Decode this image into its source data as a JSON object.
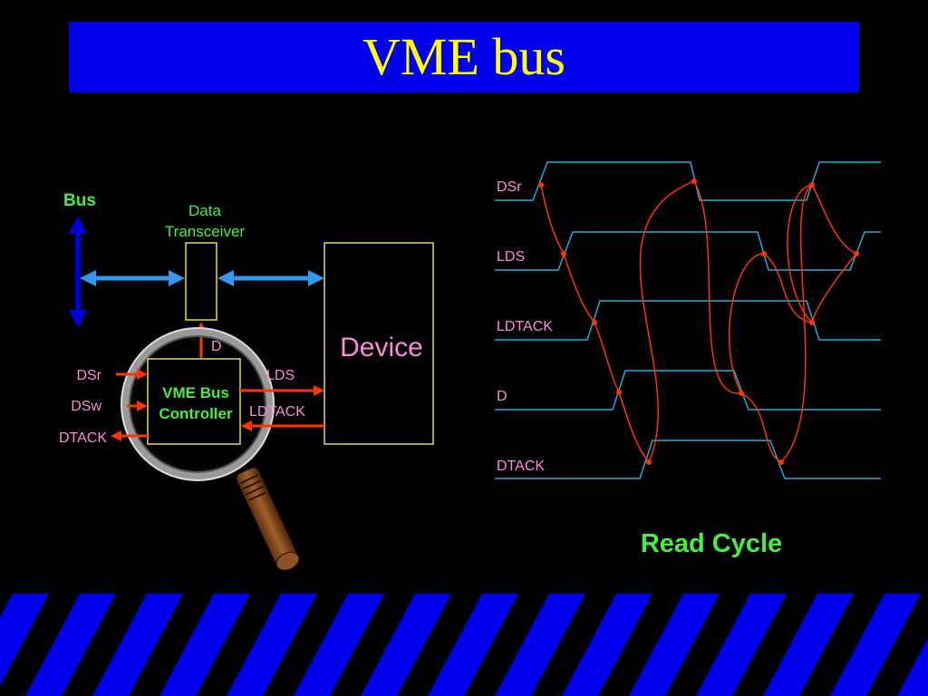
{
  "slide": {
    "title": "VME bus"
  },
  "diagram": {
    "bus_label": "Bus",
    "transceiver_label_line1": "Data",
    "transceiver_label_line2": "Transceiver",
    "device_label": "Device",
    "controller_label_line1": "VME Bus",
    "controller_label_line2": "Controller",
    "d_label": "D",
    "left_signals": [
      "DSr",
      "DSw",
      "DTACK"
    ],
    "right_signals": [
      "LDS",
      "LDTACK"
    ]
  },
  "timing": {
    "signals": [
      "DSr",
      "LDS",
      "LDTACK",
      "D",
      "DTACK"
    ],
    "caption": "Read Cycle"
  },
  "colors": {
    "background": "#000000",
    "title_bar": "#0000ee",
    "title_text": "#ffff00",
    "bus_arrow": "#0000dd",
    "data_arrow": "#3399ee",
    "box_outline": "#dddd44",
    "signal_arrow": "#ff3300",
    "pink_text": "#ff88dd",
    "green_text": "#44ee44",
    "waveform": "#22aadd",
    "causality": "#ff3300",
    "stripe_dark": "#000000",
    "stripe_blue": "#0000ee"
  }
}
